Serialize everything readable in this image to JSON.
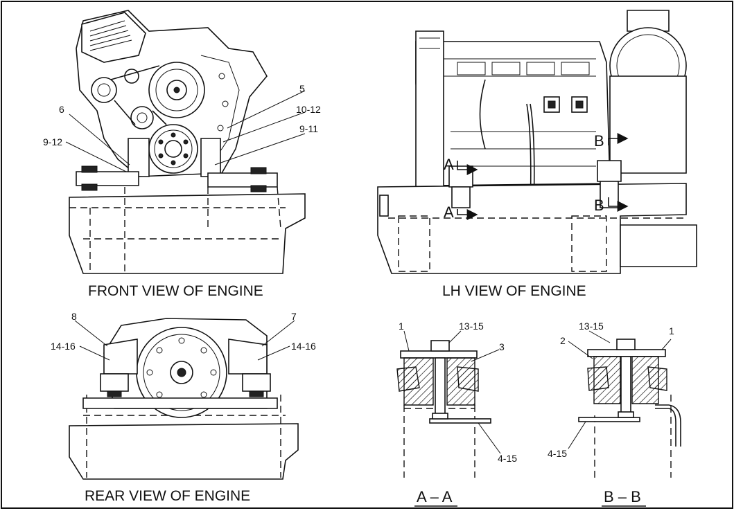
{
  "views": {
    "front": {
      "caption": "FRONT VIEW OF ENGINE"
    },
    "lh": {
      "caption": "LH VIEW OF ENGINE"
    },
    "rear": {
      "caption": "REAR VIEW OF ENGINE"
    }
  },
  "callouts": {
    "front": [
      "5",
      "6",
      "10-12",
      "9-12",
      "9-11"
    ],
    "rear": [
      "8",
      "7",
      "14-16",
      "14-16"
    ],
    "lh_markers": [
      "A",
      "A",
      "B",
      "B"
    ],
    "section_aa": [
      "1",
      "13-15",
      "3",
      "4-15"
    ],
    "section_bb": [
      "13-15",
      "2",
      "1",
      "4-15"
    ]
  },
  "sections": {
    "aa": {
      "title": "A – A"
    },
    "bb": {
      "title": "B – B"
    }
  }
}
